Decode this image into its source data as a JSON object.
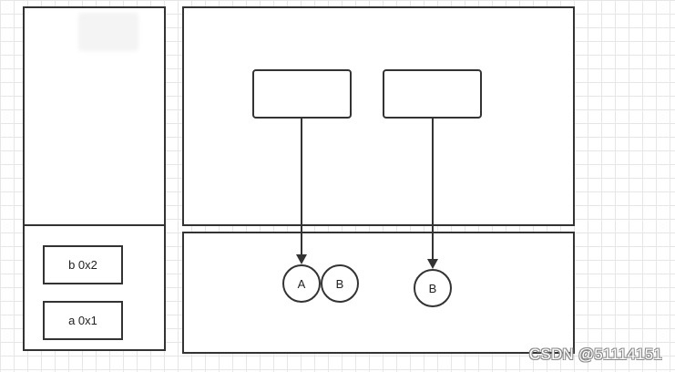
{
  "stack": {
    "variables": [
      {
        "label": "b 0x2"
      },
      {
        "label": "a 0x1"
      }
    ]
  },
  "pool": {
    "objects": [
      {
        "label": "A"
      },
      {
        "label": "B"
      },
      {
        "label": "B"
      }
    ]
  },
  "watermark": "CSDN @51114151",
  "colors": {
    "stroke": "#333333",
    "grid": "#e6e6e6",
    "background": "#ffffff"
  }
}
